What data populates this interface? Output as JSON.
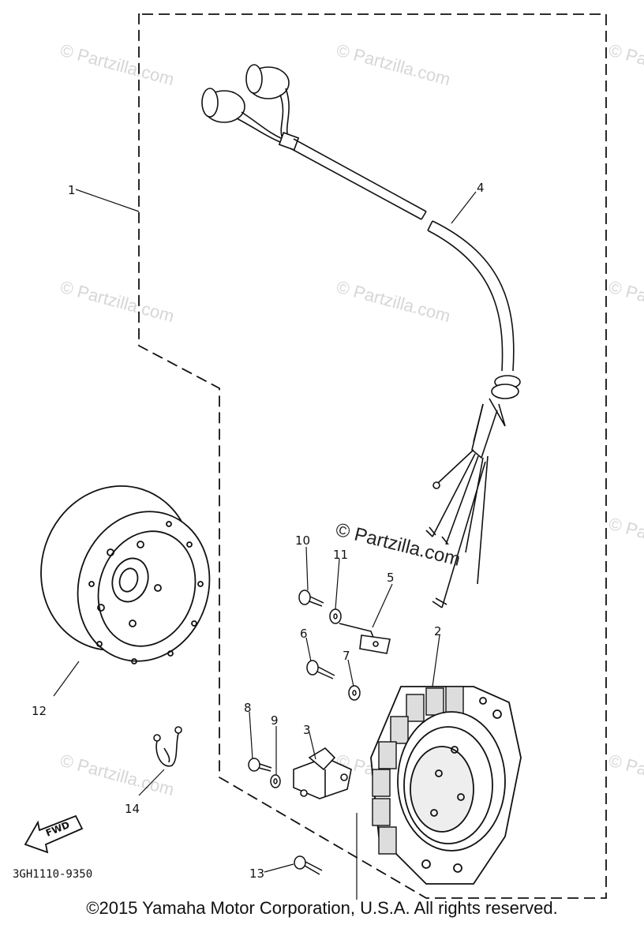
{
  "callouts": [
    "1",
    "2",
    "3",
    "4",
    "5",
    "6",
    "7",
    "8",
    "9",
    "10",
    "11",
    "12",
    "13",
    "14"
  ],
  "part_code": "3GH1110-9350",
  "fwd_label": "FWD",
  "watermark_text": "© Partzilla.com",
  "watermark_prominent": "© Partzilla.com",
  "copyright": "©2015  Yamaha Motor Corporation, U.S.A. All rights reserved.",
  "icons": [
    "fwd-arrow-icon",
    "copyright-icon"
  ]
}
